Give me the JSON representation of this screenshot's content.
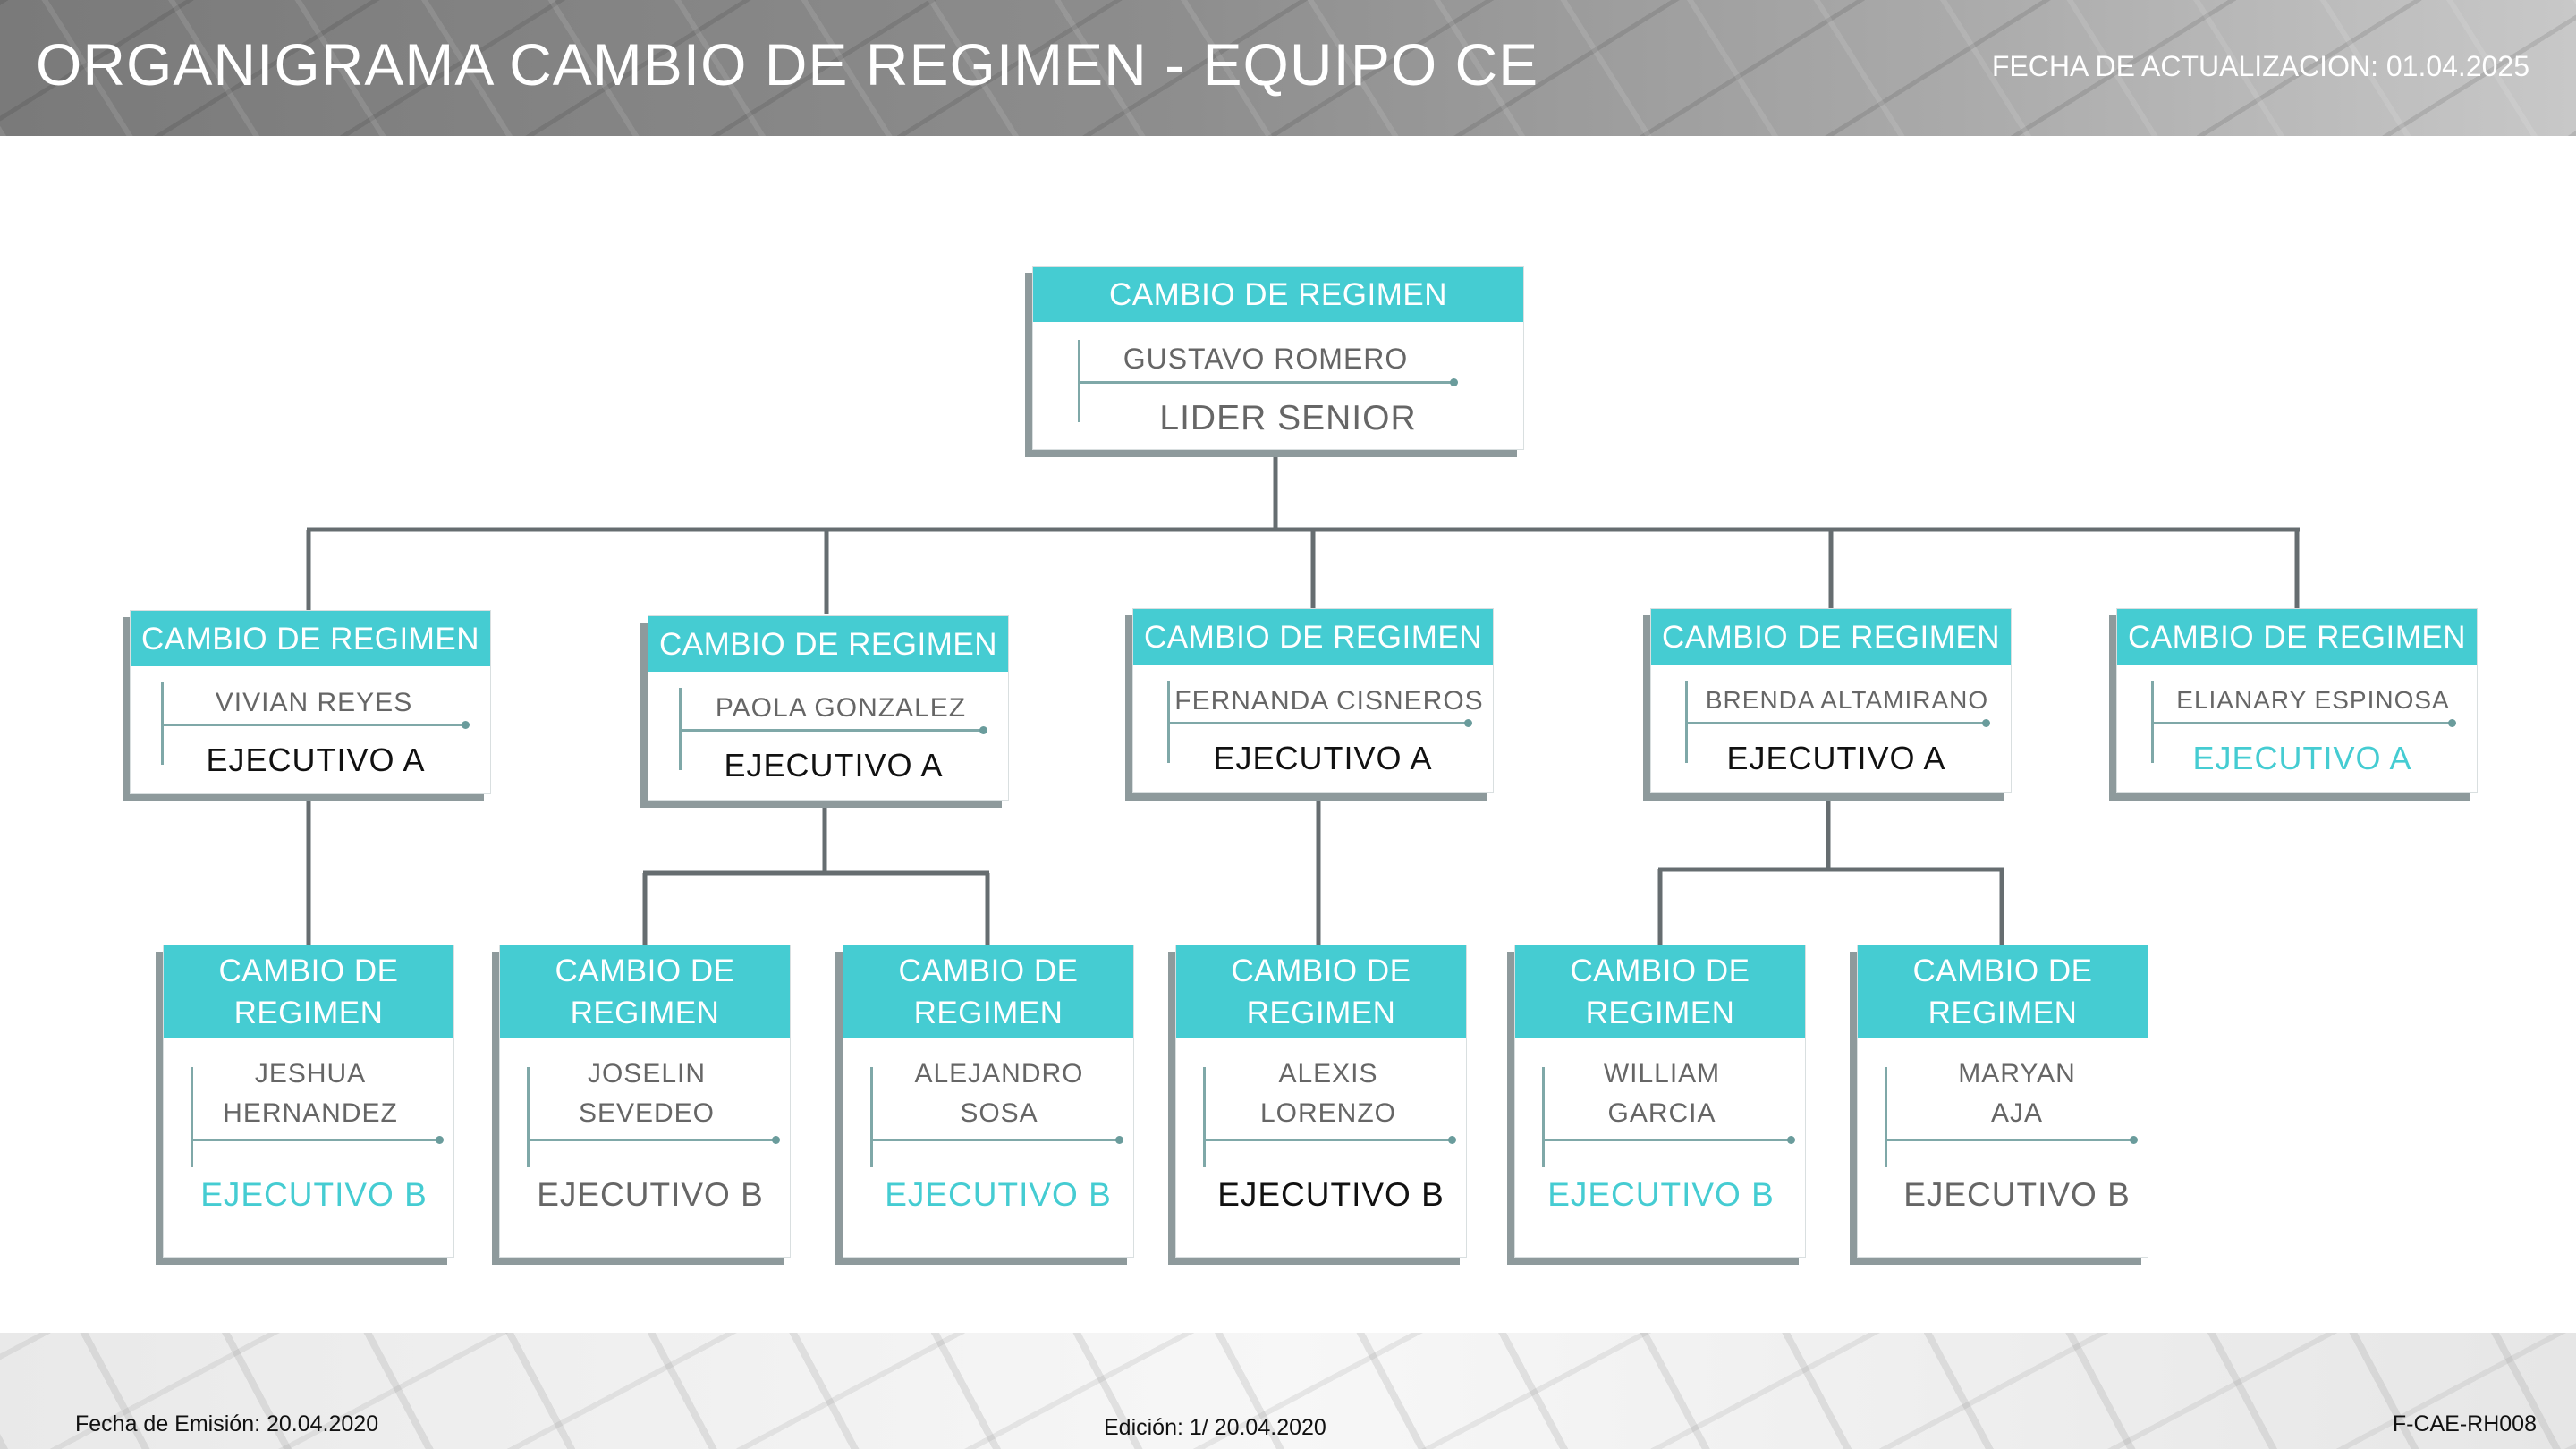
{
  "header": {
    "title": "ORGANIGRAMA CAMBIO DE REGIMEN -  EQUIPO CE",
    "update_date": "FECHA DE ACTUALIZACION:  01.04.2025"
  },
  "colors": {
    "accent": "#45ccd2",
    "connector": "#666d70",
    "role_dark": "#111111",
    "role_grey": "#666666"
  },
  "org": {
    "root": {
      "department": "CAMBIO DE REGIMEN",
      "name": "GUSTAVO ROMERO",
      "role": "LIDER SENIOR"
    },
    "level2": [
      {
        "department": "CAMBIO DE REGIMEN",
        "name": "VIVIAN REYES",
        "role": "EJECUTIVO A"
      },
      {
        "department": "CAMBIO DE REGIMEN",
        "name": "PAOLA GONZALEZ",
        "role": "EJECUTIVO A"
      },
      {
        "department": "CAMBIO DE REGIMEN",
        "name": "FERNANDA CISNEROS",
        "role": "EJECUTIVO A"
      },
      {
        "department": "CAMBIO DE REGIMEN",
        "name": "BRENDA ALTAMIRANO",
        "role": "EJECUTIVO A"
      },
      {
        "department": "CAMBIO DE REGIMEN",
        "name": "ELIANARY ESPINOSA",
        "role": "EJECUTIVO A"
      }
    ],
    "level3": [
      {
        "department": [
          "CAMBIO DE",
          "REGIMEN"
        ],
        "name": [
          "JESHUA",
          "HERNANDEZ"
        ],
        "role": "EJECUTIVO B"
      },
      {
        "department": [
          "CAMBIO DE",
          "REGIMEN"
        ],
        "name": [
          "JOSELIN",
          "SEVEDEO"
        ],
        "role": "EJECUTIVO B"
      },
      {
        "department": [
          "CAMBIO DE",
          "REGIMEN"
        ],
        "name": [
          "ALEJANDRO",
          "SOSA"
        ],
        "role": "EJECUTIVO B"
      },
      {
        "department": [
          "CAMBIO DE",
          "REGIMEN"
        ],
        "name": [
          "ALEXIS",
          "LORENZO"
        ],
        "role": "EJECUTIVO B"
      },
      {
        "department": [
          "CAMBIO DE",
          "REGIMEN"
        ],
        "name": [
          "WILLIAM",
          "GARCIA"
        ],
        "role": "EJECUTIVO B"
      },
      {
        "department": [
          "CAMBIO DE",
          "REGIMEN"
        ],
        "name": [
          "MARYAN",
          "AJA"
        ],
        "role": "EJECUTIVO B"
      }
    ]
  },
  "footer": {
    "emission": "Fecha de Emisión: 20.04.2020",
    "edition": "Edición: 1/ 20.04.2020",
    "code": "F-CAE-RH008"
  }
}
